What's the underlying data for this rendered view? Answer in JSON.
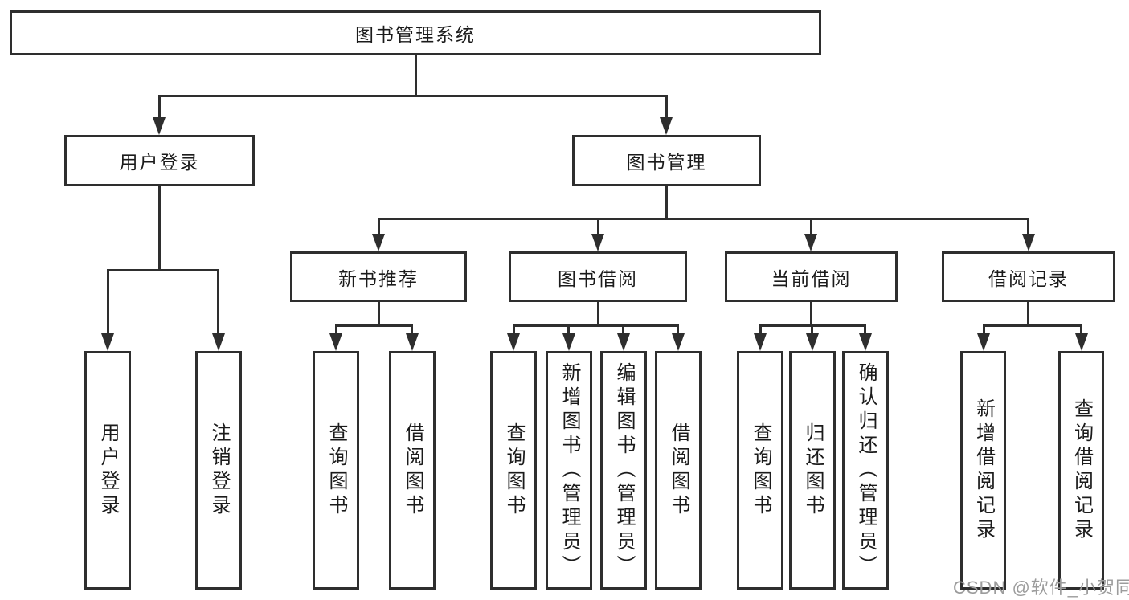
{
  "tree": {
    "label": "图书管理系统",
    "children": [
      {
        "label": "用户登录",
        "children": [
          {
            "label": "用户登录"
          },
          {
            "label": "注销登录"
          }
        ]
      },
      {
        "label": "图书管理",
        "children": [
          {
            "label": "新书推荐",
            "children": [
              {
                "label": "查询图书"
              },
              {
                "label": "借阅图书"
              }
            ]
          },
          {
            "label": "图书借阅",
            "children": [
              {
                "label": "查询图书"
              },
              {
                "label": "新增图书（管理员）"
              },
              {
                "label": "编辑图书（管理员）"
              },
              {
                "label": "借阅图书"
              }
            ]
          },
          {
            "label": "当前借阅",
            "children": [
              {
                "label": "查询图书"
              },
              {
                "label": "归还图书"
              },
              {
                "label": "确认归还（管理员）"
              }
            ]
          },
          {
            "label": "借阅记录",
            "children": [
              {
                "label": "新增借阅记录"
              },
              {
                "label": "查询借阅记录"
              }
            ]
          }
        ]
      }
    ]
  },
  "watermark": "CSDN @软件_小贺同学",
  "colors": {
    "line": "#2e2e2e",
    "node_border": "#2e2e2e",
    "text": "#1b1b1b",
    "watermark": "#9c9c9c",
    "background": "#ffffff"
  }
}
